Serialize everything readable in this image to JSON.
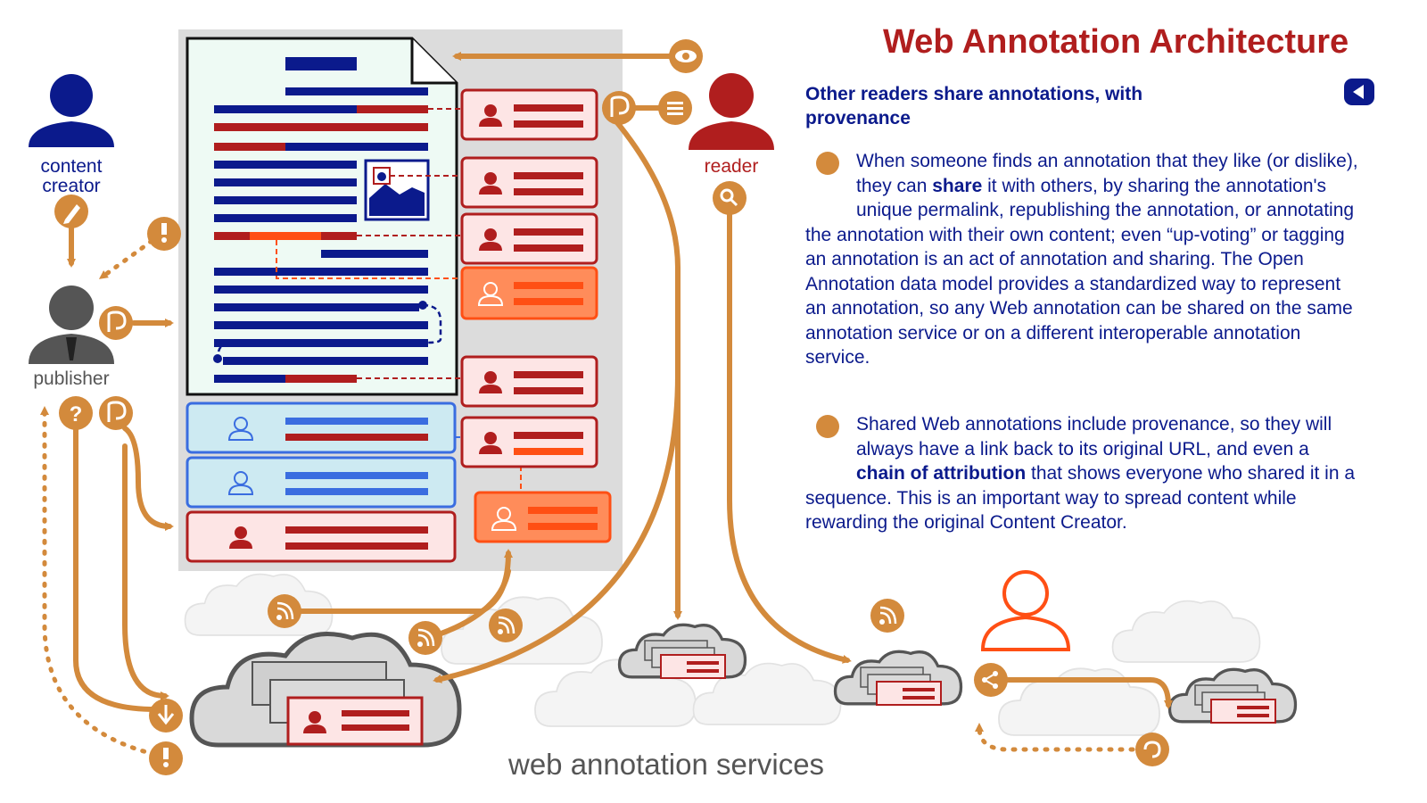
{
  "header": {
    "title": "Web Annotation Architecture",
    "subtitle": "Other readers share annotations, with provenance",
    "back_button_icon": "back-arrow-icon"
  },
  "paragraphs": [
    {
      "icon": "share-icon",
      "before": "When someone finds an annotation that they like (or dislike), they can ",
      "bold": "share",
      "after": " it with others, by sharing the annotation's unique permalink, republishing the annotation, or annotating the annotation with their own content; even “up-voting” or tagging an annotation is an act of annotation and sharing. The Open Annotation data model provides a standardized way to represent an annotation, so any Web annotation can be shared on the same annotation service or on a different interoperable annotation service."
    },
    {
      "icon": "refresh-icon",
      "before": "Shared Web annotations include provenance, so they will always have a link back to its original URL, and even a ",
      "bold": "chain of attribution",
      "after": " that shows everyone who shared it in a sequence. This is an important way to spread content while rewarding the original Content Creator."
    }
  ],
  "actors": {
    "content_creator": "content\ncreator",
    "publisher": "publisher",
    "reader": "reader"
  },
  "services_label": "web annotation services",
  "colors": {
    "navy": "#0b1a8c",
    "red": "#b01e1e",
    "orange": "#ff4f14",
    "bronze": "#d38a3c",
    "blue": "#3a6de0",
    "gray": "#555555"
  }
}
